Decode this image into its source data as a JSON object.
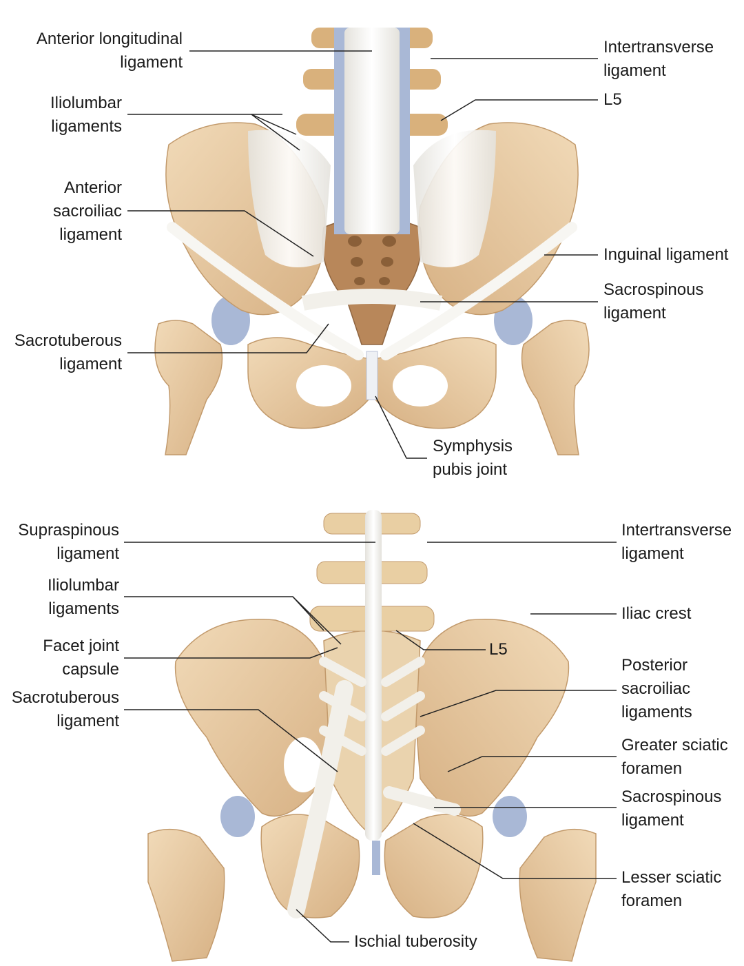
{
  "top_view": {
    "anterior_longitudinal": "Anterior longitudinal\nligament",
    "iliolumbar": "Iliolumbar\nligaments",
    "anterior_sacroiliac": "Anterior\nsacroiliac\nligament",
    "sacrotuberous": "Sacrotuberous\nligament",
    "intertransverse": "Intertransverse\nligament",
    "l5": "L5",
    "inguinal": "Inguinal ligament",
    "sacrospinous": "Sacrospinous\nligament",
    "symphysis": "Symphysis\npubis joint"
  },
  "bottom_view": {
    "supraspinous": "Supraspinous\nligament",
    "iliolumbar": "Iliolumbar\nligaments",
    "facet": "Facet joint\ncapsule",
    "sacrotuberous": "Sacrotuberous\nligament",
    "intertransverse": "Intertransverse\nligament",
    "iliac_crest": "Iliac crest",
    "l5": "L5",
    "posterior_sacroiliac": "Posterior\nsacroiliac\nligaments",
    "greater_sciatic": "Greater sciatic\nforamen",
    "sacrospinous": "Sacrospinous\nligament",
    "lesser_sciatic": "Lesser sciatic\nforamen",
    "ischial": "Ischial tuberosity"
  },
  "colors": {
    "bone": "#e8c9a0",
    "bone_shade": "#c9a272",
    "ligament": "#f2f0ea",
    "cartilage": "#a9b8d6",
    "sacrum_anterior": "#b8875a",
    "leader_line": "#222222"
  }
}
